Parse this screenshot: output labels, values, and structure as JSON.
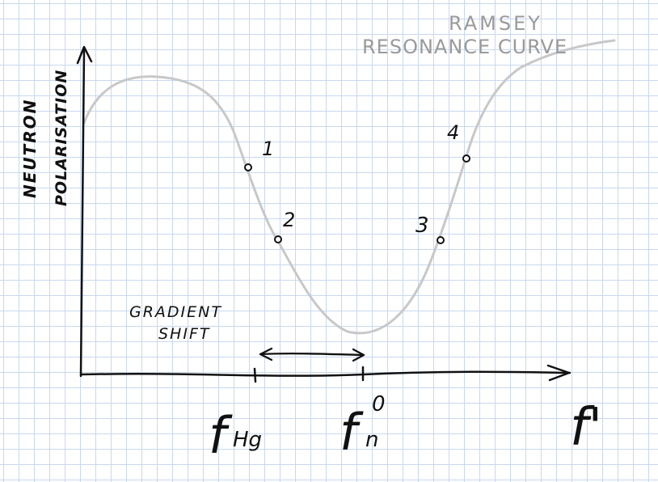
{
  "curve_title": [
    "RAMSEY",
    "RESONANCE CURVE"
  ],
  "y_axis_label": [
    "NEUTRON",
    "POLARISATION"
  ],
  "x_axis_label": "f'",
  "gradient_shift_label": [
    "GRADIENT",
    "SHIFT"
  ],
  "tick_labels": {
    "f_hg": {
      "main": "f",
      "sub": "Hg"
    },
    "f_n0": {
      "main": "f",
      "sub": "n",
      "sup": "0"
    }
  },
  "points": [
    {
      "label": "1"
    },
    {
      "label": "2"
    },
    {
      "label": "3"
    },
    {
      "label": "4"
    }
  ],
  "colors": {
    "ink": "#111111",
    "curve": "#c8c8c8",
    "title": "#9a9a9a",
    "grid": "#c9d8ef"
  }
}
